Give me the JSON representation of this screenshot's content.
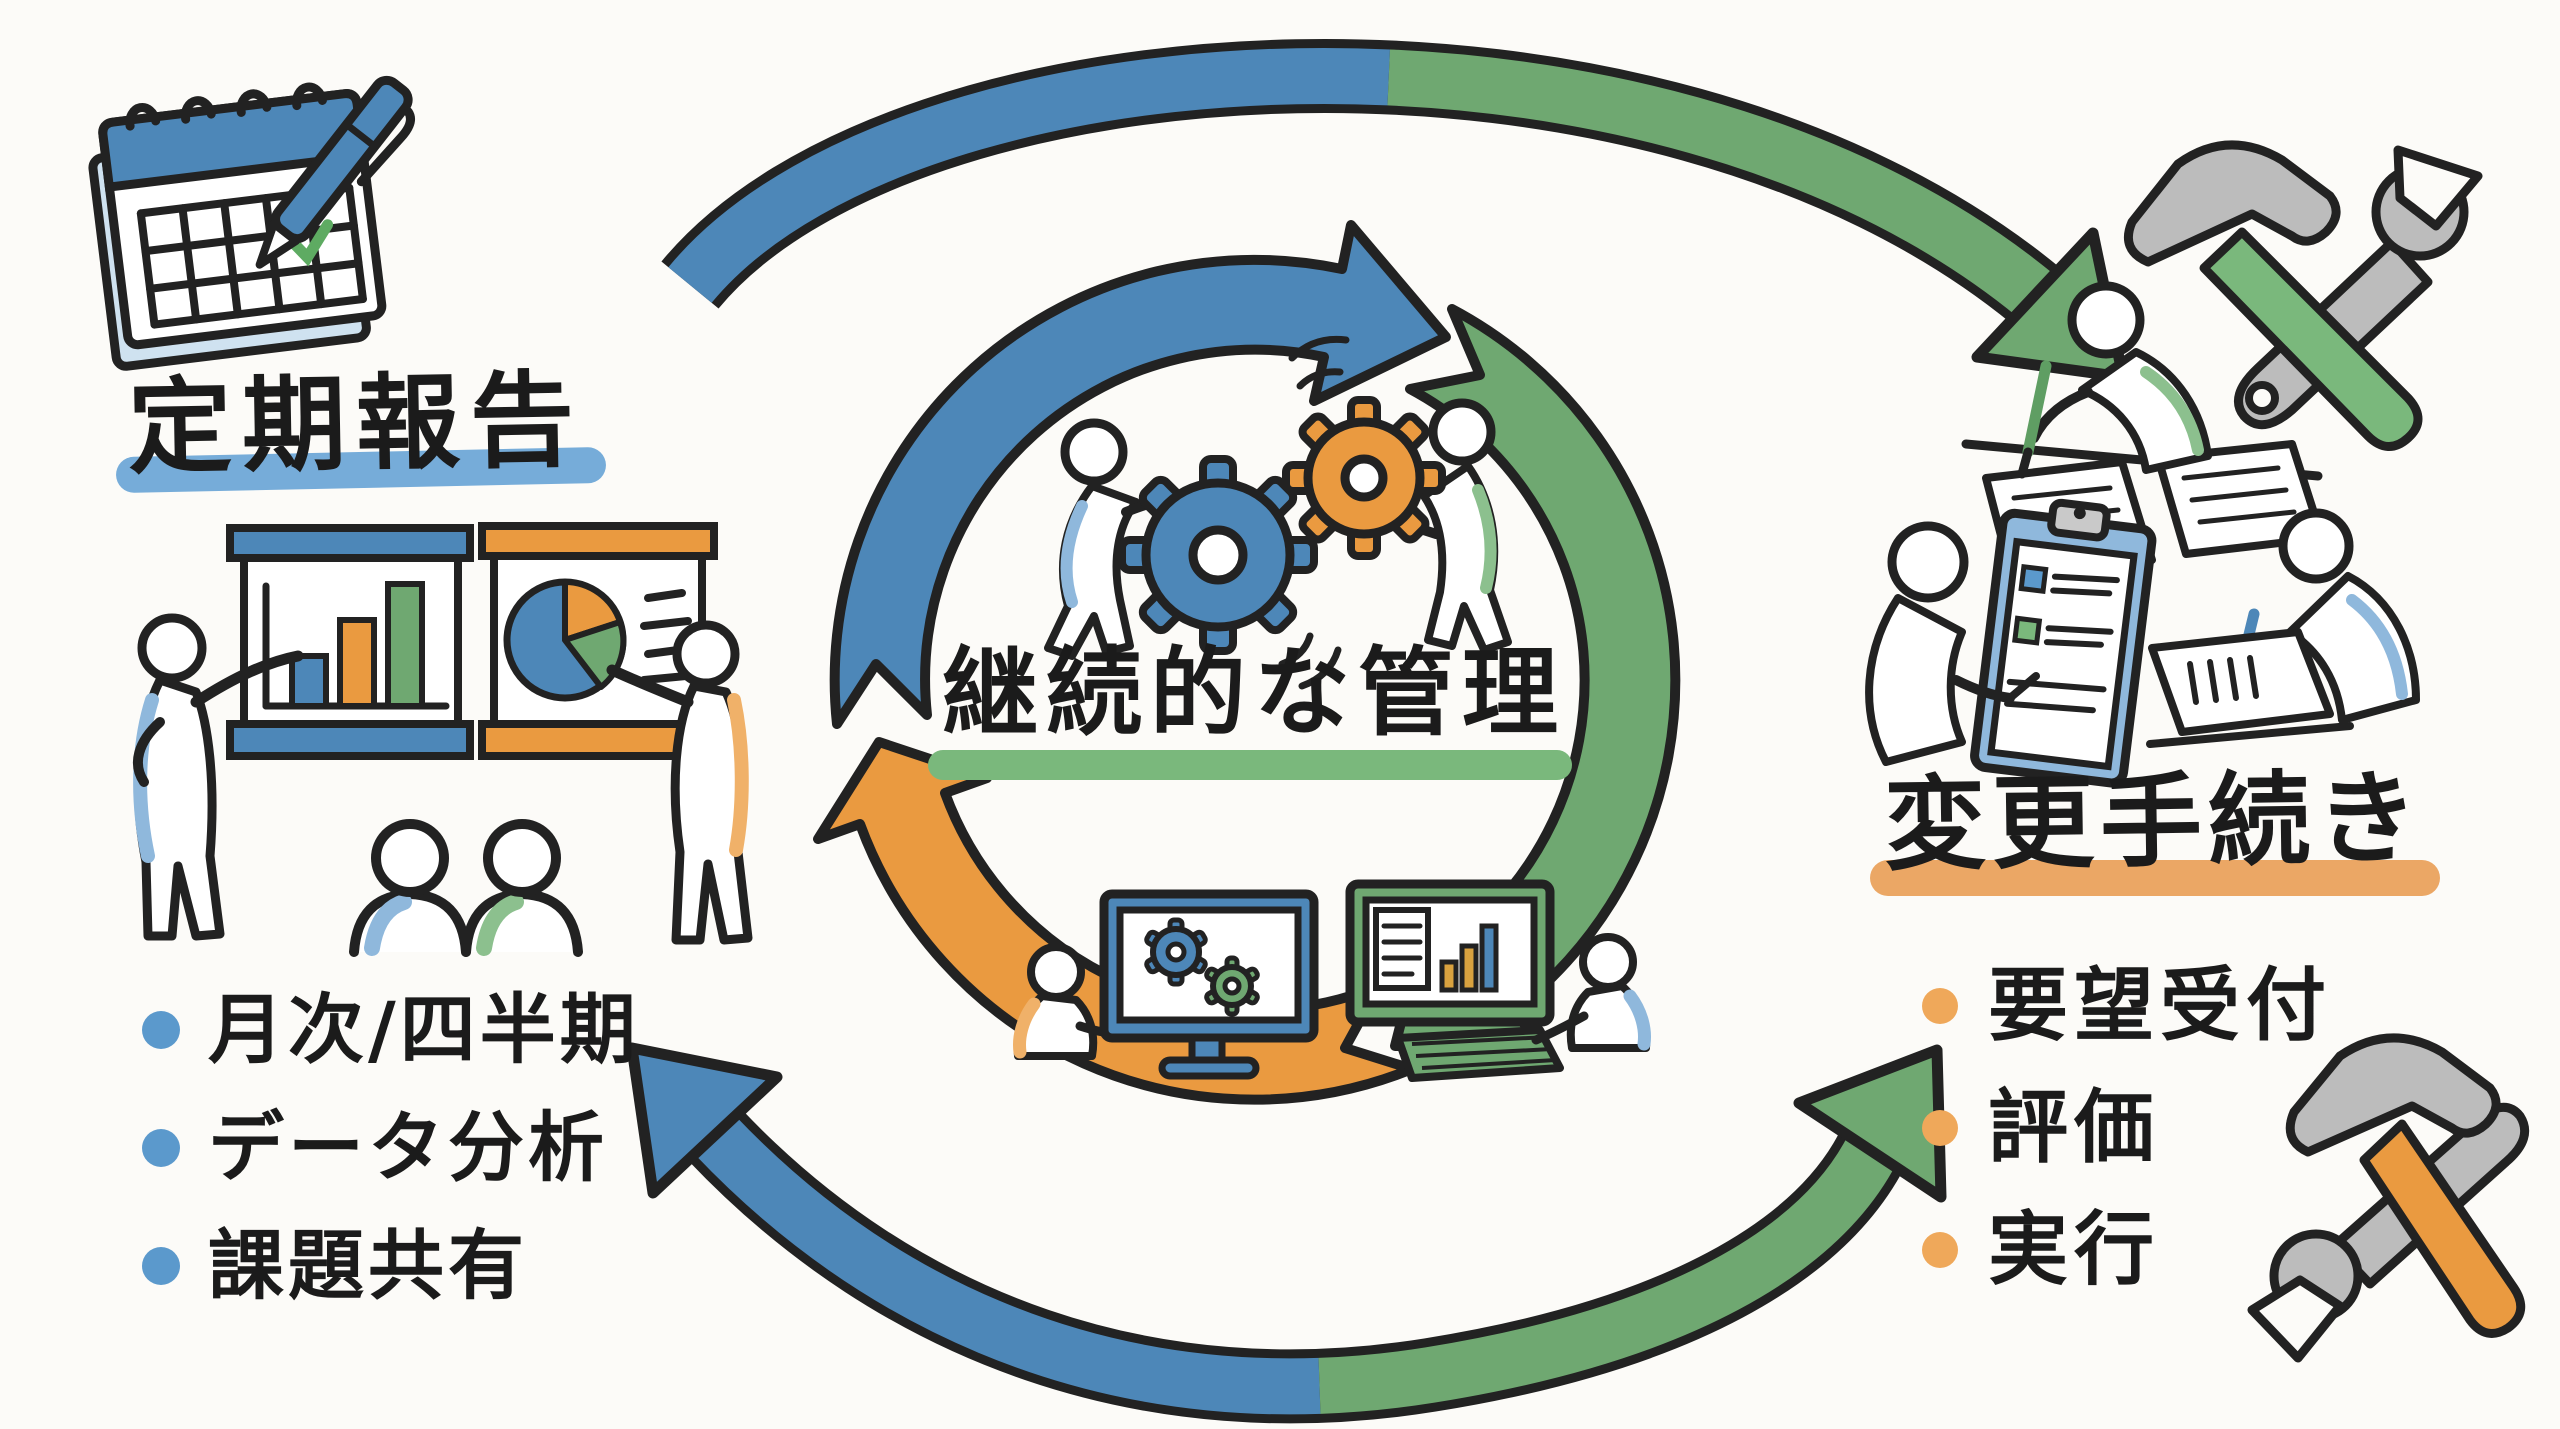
{
  "left_section": {
    "title": "定期報告",
    "bullets": [
      "月次/四半期",
      "データ分析",
      "課題共有"
    ]
  },
  "center_section": {
    "title": "継続的な管理"
  },
  "right_section": {
    "title": "変更手続き",
    "bullets": [
      "要望受付",
      "評価",
      "実行"
    ]
  },
  "colors": {
    "arrow_blue": "#4d87b8",
    "arrow_green": "#6fa871",
    "arrow_orange": "#ea9a40",
    "underline_blue": "#76acd9",
    "underline_green": "#7ab87c",
    "underline_orange": "#eba765",
    "bullet_blue": "#5b99cc",
    "bullet_orange": "#efa85a",
    "outline_black": "#222222",
    "tool_gray": "#bcbcbc",
    "background": "#fcfbf8"
  }
}
